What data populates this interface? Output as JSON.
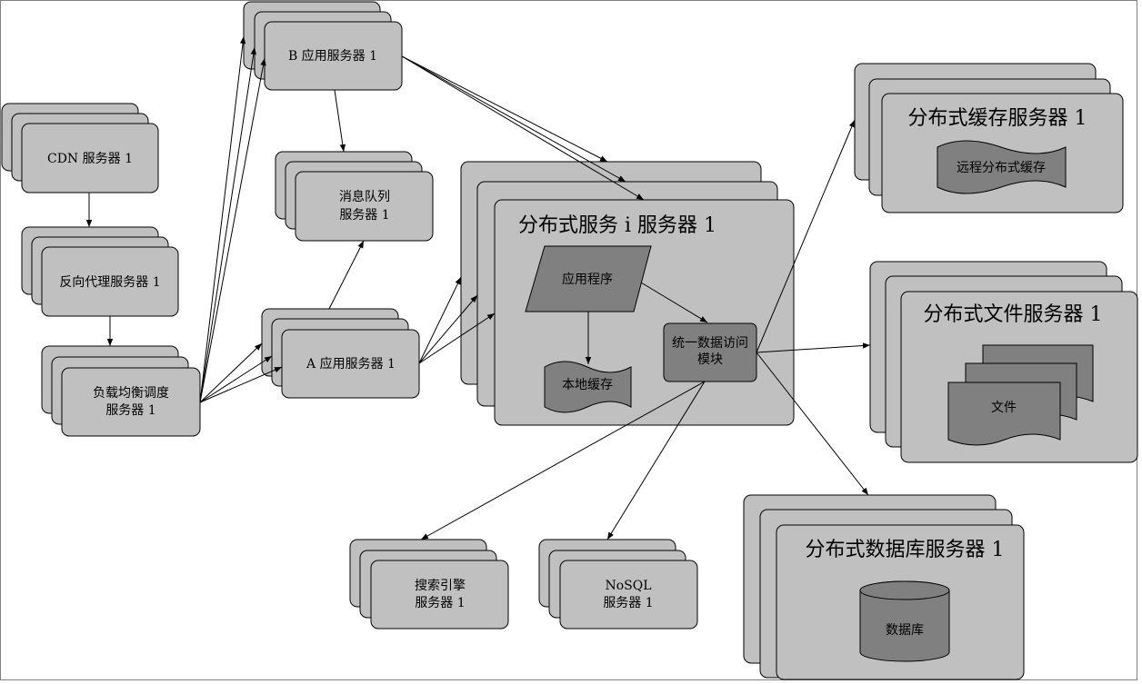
{
  "nodes": {
    "cdn": "CDN 服务器 1",
    "reverse_proxy": "反向代理服务器 1",
    "load_balancer": [
      "负载均衡调度",
      "服务器 1"
    ],
    "app_b": "B 应用服务器 1",
    "message_queue": [
      "消息队列",
      "服务器 1"
    ],
    "app_a": "A 应用服务器 1",
    "distributed_service": {
      "title": "分布式服务 i 服务器 1",
      "application": "应用程序",
      "local_cache": "本地缓存",
      "data_access": [
        "统一数据访问",
        "模块"
      ]
    },
    "cache_server": {
      "title": "分布式缓存服务器 1",
      "remote_cache": "远程分布式缓存"
    },
    "file_server": {
      "title": "分布式文件服务器 1",
      "file": "文件"
    },
    "db_server": {
      "title": "分布式数据库服务器 1",
      "database": "数据库"
    },
    "search": [
      "搜索引擎",
      "服务器 1"
    ],
    "nosql": [
      "NoSQL",
      "服务器 1"
    ]
  }
}
